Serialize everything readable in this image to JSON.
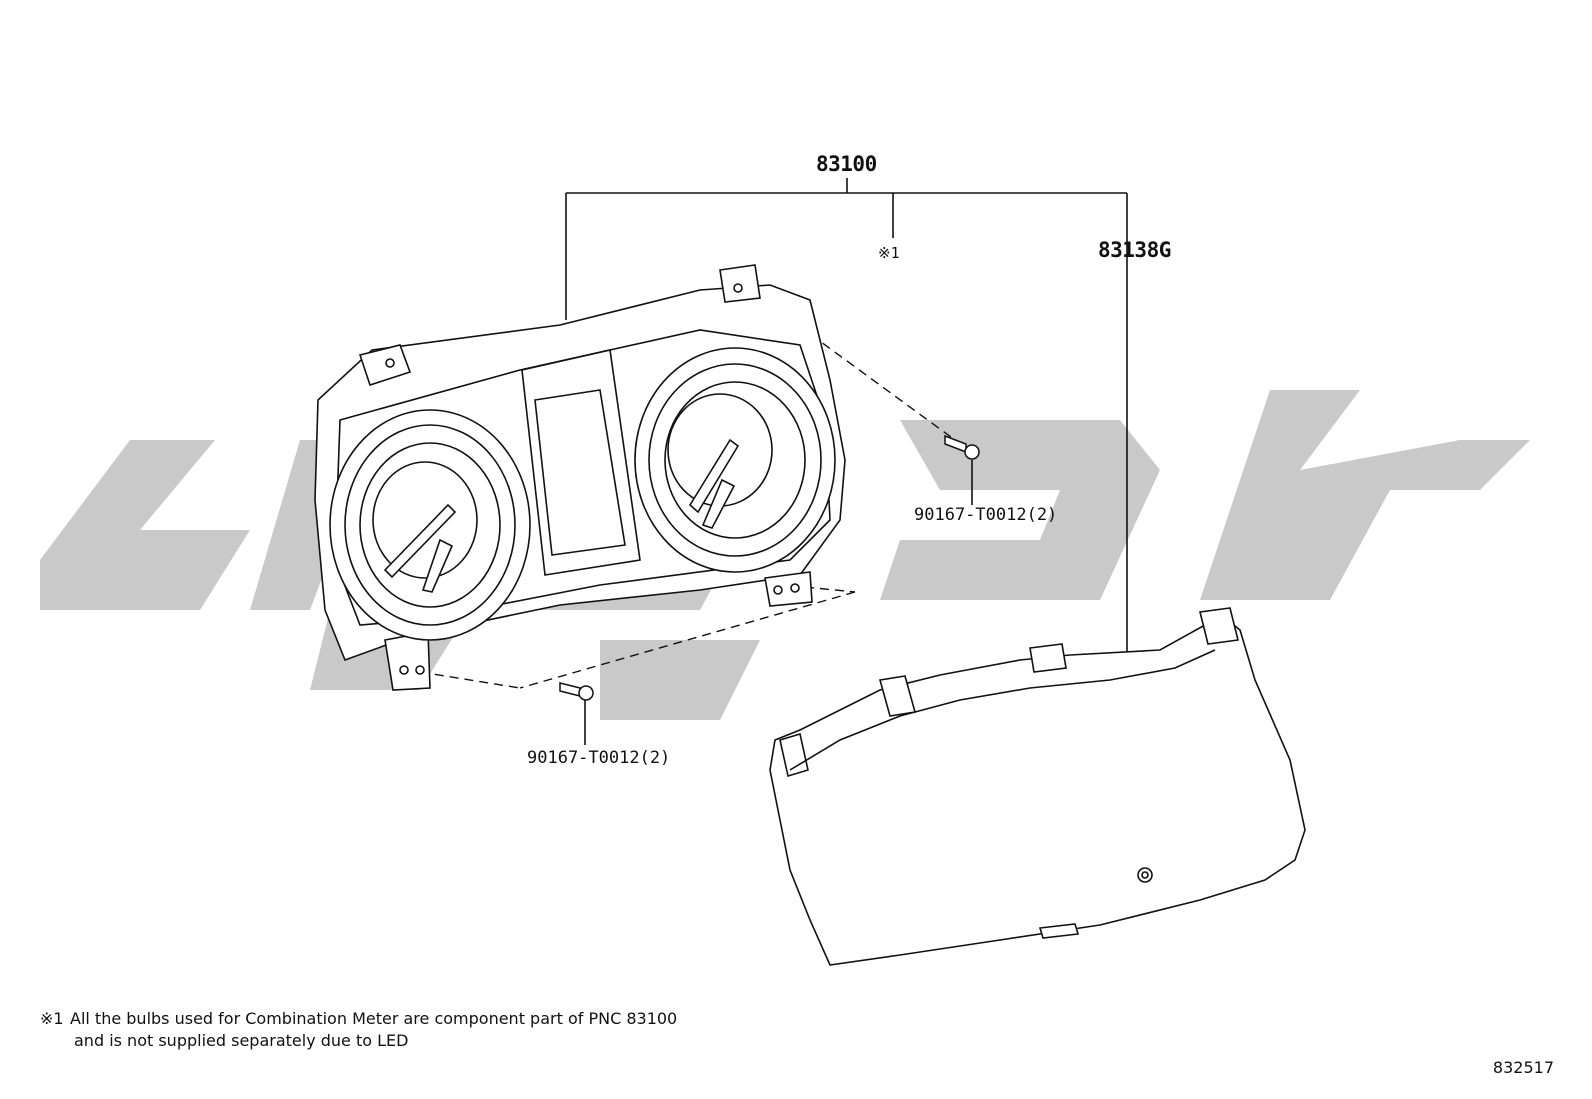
{
  "labels": {
    "assembly": "83100",
    "note_marker": "※1",
    "cover": "83138G",
    "screw_upper": "90167-T0012(2)",
    "screw_lower": "90167-T0012(2)"
  },
  "note": {
    "marker": "※1",
    "line1": "All the bulbs used for Combination Meter are component part of PNC 83100",
    "line2": "and is not supplied separately due to LED"
  },
  "illustration_id": "832517",
  "colors": {
    "line": "#111111",
    "watermark": "#c8c8c8",
    "background": "#ffffff"
  }
}
